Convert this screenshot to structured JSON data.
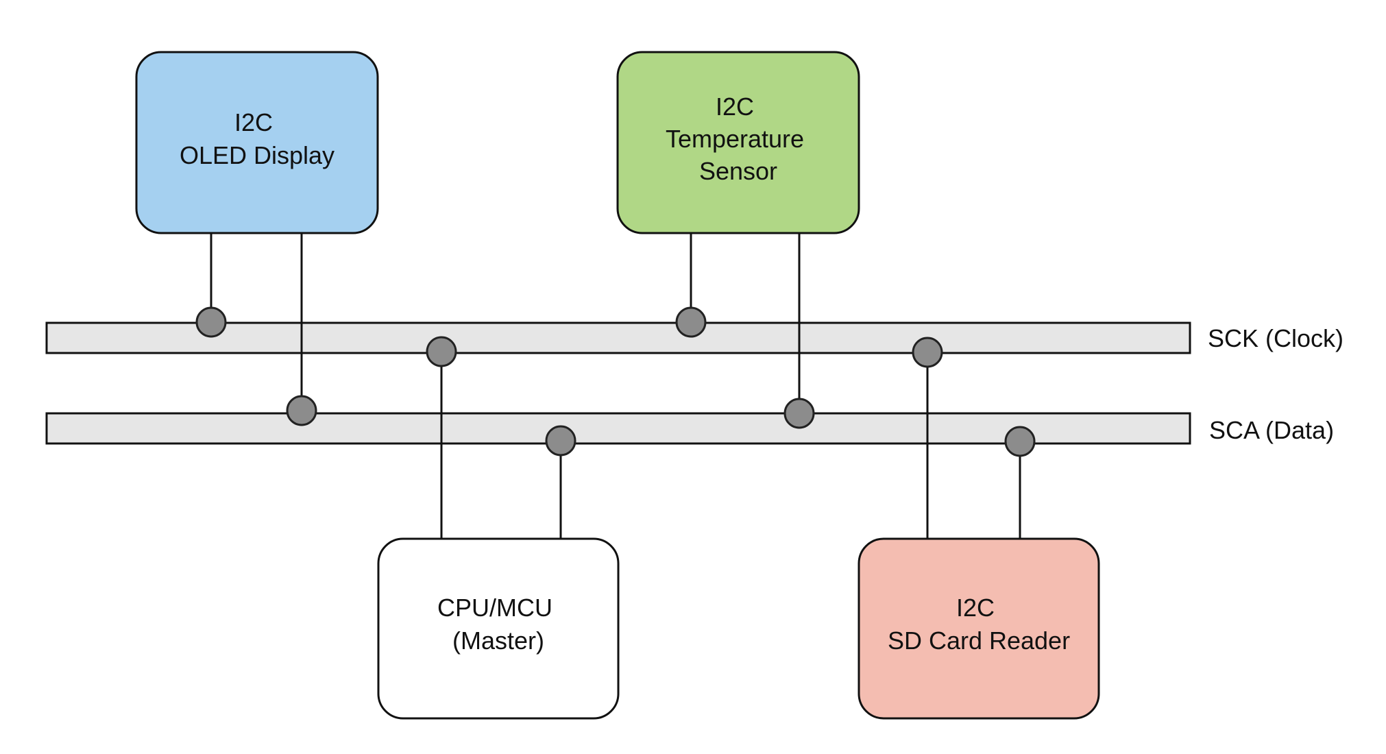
{
  "buses": {
    "clock": {
      "label": "SCK (Clock)"
    },
    "data": {
      "label": "SCA (Data)"
    }
  },
  "blocks": {
    "oled": {
      "lines": [
        "I2C",
        "OLED Display"
      ],
      "fill": "#a5d0f0"
    },
    "temp": {
      "lines": [
        "I2C",
        "Temperature",
        "Sensor"
      ],
      "fill": "#b0d786"
    },
    "cpu": {
      "lines": [
        "CPU/MCU",
        "(Master)"
      ],
      "fill": "#ffffff"
    },
    "sd": {
      "lines": [
        "I2C",
        "SD Card Reader"
      ],
      "fill": "#f4bdb1"
    }
  },
  "colors": {
    "bus_fill": "#e6e6e6",
    "node_fill": "#8c8c8c",
    "stroke": "#111111"
  }
}
